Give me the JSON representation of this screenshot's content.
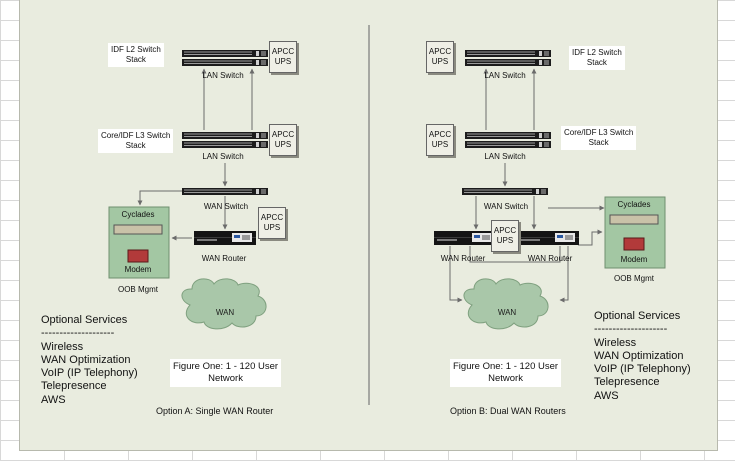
{
  "option_a": {
    "idf_l2_label": "IDF L2 Switch\nStack",
    "lan_switch_top": "LAN Switch",
    "ups_top": "APCC\nUPS",
    "core_l3_label": "Core/IDF L3 Switch\nStack",
    "lan_switch_mid": "LAN Switch",
    "ups_mid": "APCC\nUPS",
    "wan_switch": "WAN Switch",
    "ups_wan": "APCC\nUPS",
    "cyclades": "Cyclades",
    "modem": "Modem",
    "oob": "OOB Mgmt",
    "wan_router": "WAN Router",
    "wan_cloud": "WAN",
    "figure_caption": "Figure One: 1 - 120 User\nNetwork",
    "option_caption": "Option A: Single WAN Router"
  },
  "option_b": {
    "idf_l2_label": "IDF L2 Switch\nStack",
    "lan_switch_top": "LAN Switch",
    "ups_top": "APCC\nUPS",
    "core_l3_label": "Core/IDF L3 Switch\nStack",
    "lan_switch_mid": "LAN Switch",
    "ups_mid": "APCC\nUPS",
    "wan_switch": "WAN Switch",
    "ups_router": "APCC\nUPS",
    "wan_router_left": "WAN Router",
    "wan_router_right": "WAN Router",
    "cyclades": "Cyclades",
    "modem": "Modem",
    "oob": "OOB Mgmt",
    "wan_cloud": "WAN",
    "figure_caption": "Figure One: 1 - 120 User\nNetwork",
    "option_caption": "Option B: Dual WAN Routers"
  },
  "optional_services_left": {
    "title": "Optional Services",
    "rule": "--------------------",
    "items": [
      "Wireless",
      "WAN Optimization",
      "VoIP (IP Telephony)",
      "Telepresence",
      "AWS"
    ]
  },
  "optional_services_right": {
    "title": "Optional Services",
    "rule": "--------------------",
    "items": [
      "Wireless",
      "WAN Optimization",
      "VoIP (IP Telephony)",
      "Telepresence",
      "AWS"
    ]
  },
  "colors": {
    "canvas": "#e9ecdf",
    "cloud_fill": "#a9c7a9",
    "oob_fill": "#a3c7a3",
    "ups_fill": "#efefe6",
    "connector": "#6b6b6b"
  }
}
